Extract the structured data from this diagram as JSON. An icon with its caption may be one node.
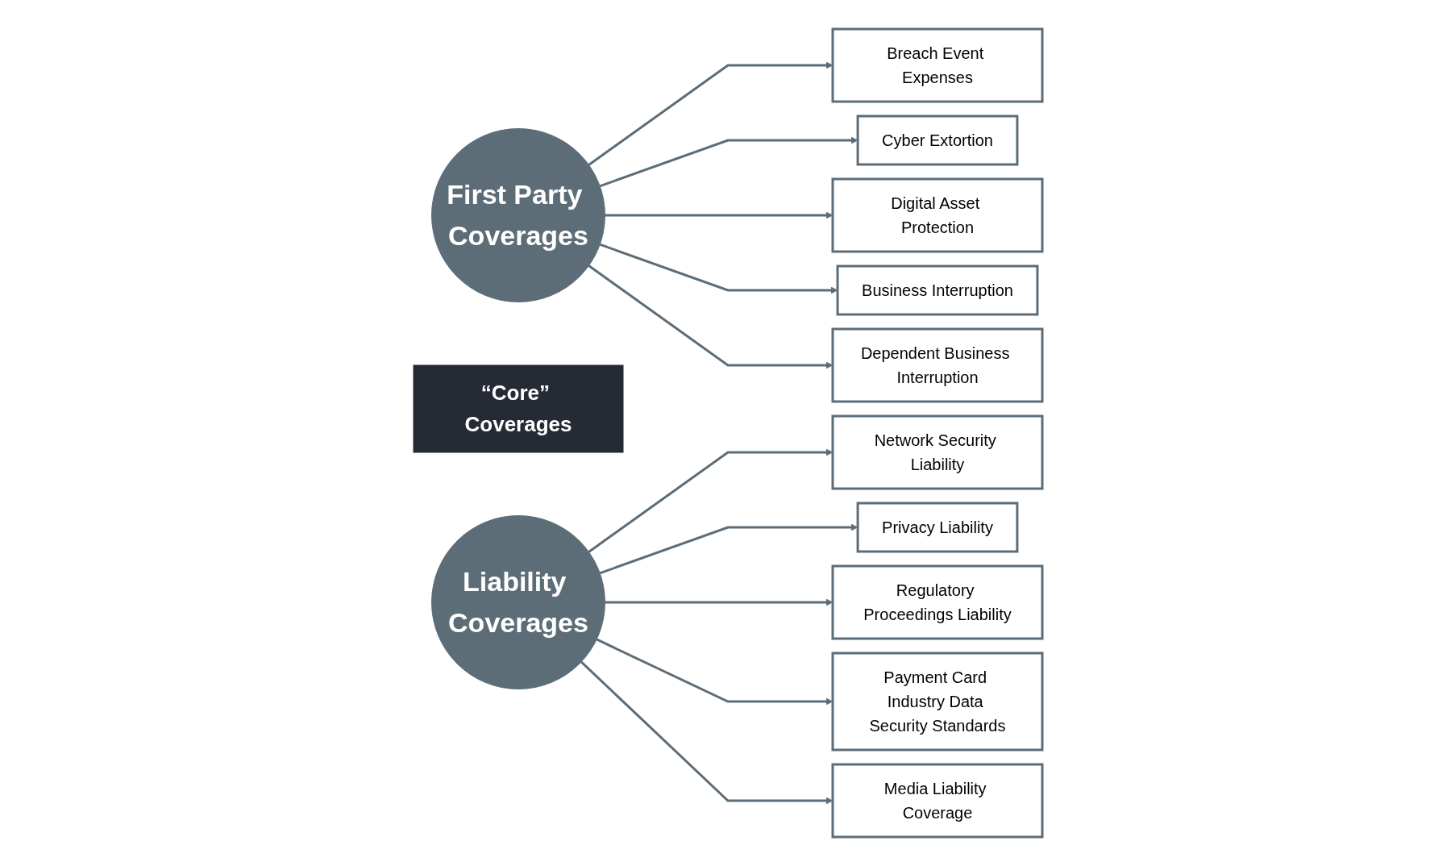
{
  "diagram": {
    "nodes": [
      {
        "text": [
          "First Party Coverages"
        ]
      },
      {
        "text": [
          "“Core” Coverages"
        ]
      },
      {
        "text": [
          "Liability Coverages"
        ]
      },
      {
        "text": [
          "Breach Event Expenses"
        ]
      },
      {
        "text": [
          "Cyber Extortion"
        ]
      },
      {
        "text": [
          "Digital Asset Protection"
        ]
      },
      {
        "text": [
          "Business Interruption"
        ]
      },
      {
        "text": [
          "Dependent Business Interruption"
        ]
      },
      {
        "text": [
          "Network Security Liability"
        ]
      },
      {
        "text": [
          "Privacy Liability"
        ]
      },
      {
        "text": [
          "Regulatory Proceedings Liability"
        ]
      },
      {
        "text": [
          "Payment Card Industry Data Security Standards"
        ]
      },
      {
        "text": [
          "Media Liability Coverage"
        ]
      }
    ],
    "edges": [
      {
        "from": 0,
        "to": 3,
        "arrow": "to"
      },
      {
        "from": 0,
        "to": 4,
        "arrow": "to"
      },
      {
        "from": 0,
        "to": 5,
        "arrow": "to"
      },
      {
        "from": 0,
        "to": 6,
        "arrow": "to"
      },
      {
        "from": 0,
        "to": 7,
        "arrow": "to"
      },
      {
        "from": 2,
        "to": 8,
        "arrow": "to"
      },
      {
        "from": 2,
        "to": 9,
        "arrow": "to"
      },
      {
        "from": 2,
        "to": 10,
        "arrow": "to"
      },
      {
        "from": 2,
        "to": 11,
        "arrow": "to"
      },
      {
        "from": 2,
        "to": 12,
        "arrow": "to"
      }
    ]
  }
}
